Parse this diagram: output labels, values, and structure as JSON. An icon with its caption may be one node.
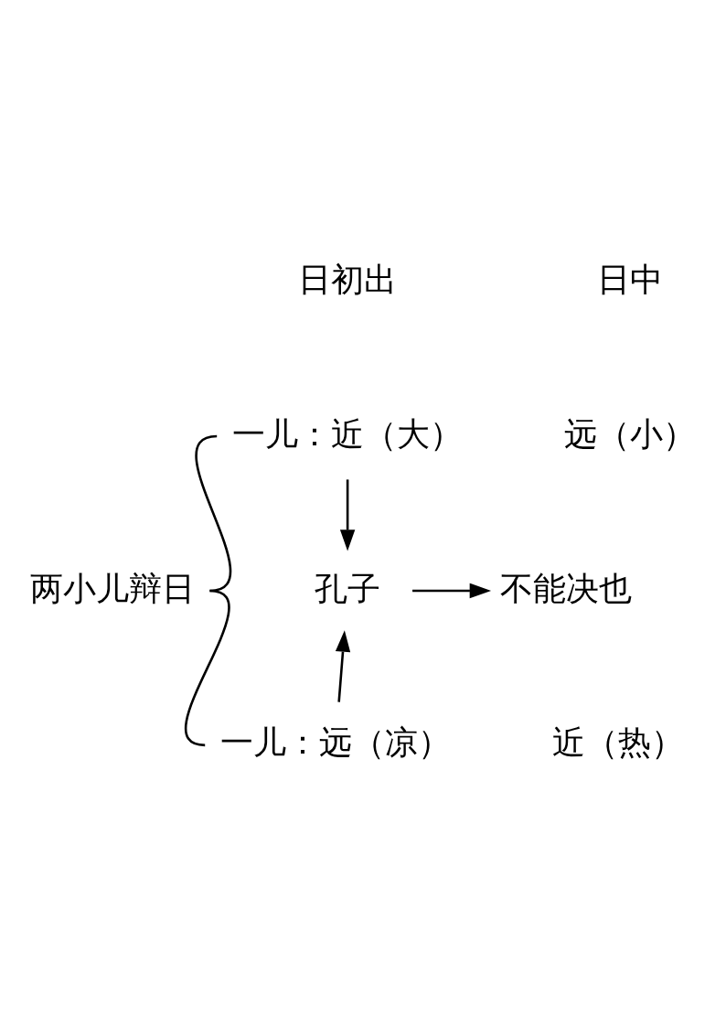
{
  "diagram": {
    "nodes": [
      {
        "text": [
          "两小儿辩日"
        ]
      },
      {
        "text": [
          "一儿：近（大）"
        ]
      },
      {
        "text": [
          "孔子"
        ]
      },
      {
        "text": [
          "不能决也"
        ]
      },
      {
        "text": [
          "一儿：远（凉）"
        ]
      }
    ],
    "edges": [
      {
        "from": 0,
        "to": 1,
        "arrow": "none"
      },
      {
        "from": 0,
        "to": 4,
        "arrow": "none"
      },
      {
        "from": 1,
        "to": 2,
        "arrow": "to"
      },
      {
        "from": 4,
        "to": 2,
        "arrow": "to"
      },
      {
        "from": 2,
        "to": 3,
        "arrow": "to"
      }
    ],
    "labels": [
      "日初出",
      "日中",
      "远（小）",
      "近（热）"
    ]
  }
}
